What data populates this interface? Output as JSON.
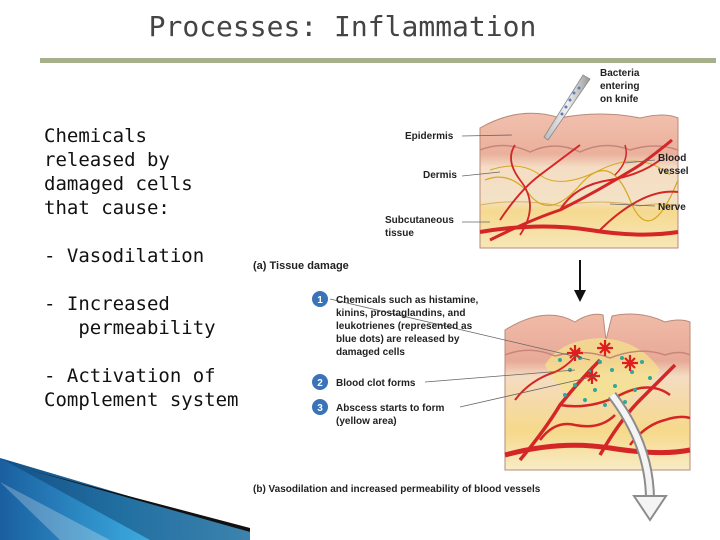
{
  "slide": {
    "title": "Processes:  Inflammation",
    "intro": "Chemicals released by damaged cells that cause:",
    "items": [
      "- Vasodilation",
      "- Increased\n   permeability",
      "- Activation of Complement system"
    ]
  },
  "figure": {
    "labels": {
      "bacteria": [
        "Bacteria",
        "entering",
        "on knife"
      ],
      "epidermis": "Epidermis",
      "dermis": "Dermis",
      "blood_vessel": [
        "Blood",
        "vessel"
      ],
      "nerve": "Nerve",
      "subcutaneous": [
        "Subcutaneous",
        "tissue"
      ],
      "caption_a": "(a) Tissue damage",
      "step1": [
        "Chemicals such as histamine,",
        "kinins, prostaglandins, and",
        "leukotrienes (represented as",
        "blue dots) are released by",
        "damaged cells"
      ],
      "step2": "Blood clot forms",
      "step3": [
        "Abscess starts to form",
        "(yellow area)"
      ],
      "caption_b": "(b) Vasodilation and increased permeability of blood vessels"
    },
    "step_numbers": [
      "1",
      "2",
      "3"
    ]
  },
  "colors": {
    "title": "#444444",
    "rule": "#a6b08a",
    "step_badge": "#3a73b8",
    "vessel": "#d42626",
    "skin": "#f0b9a6",
    "fat": "#f5dfa0"
  }
}
